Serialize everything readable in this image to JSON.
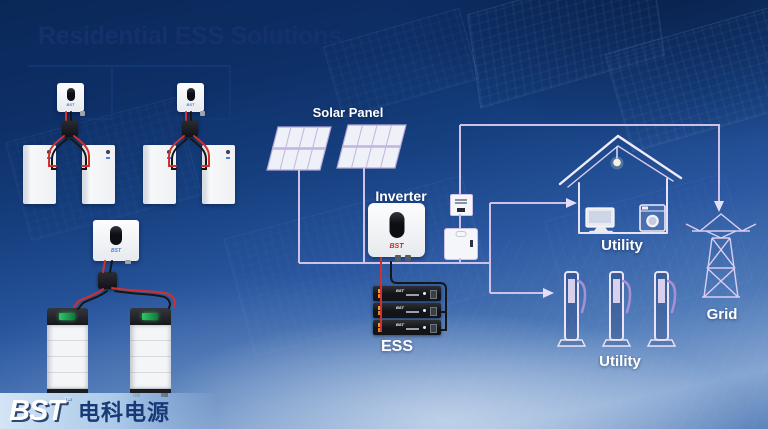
{
  "title": "Residential ESS Solutions",
  "brand": {
    "name": "BST",
    "trademark": "™",
    "chinese_name": "电科电源"
  },
  "labels": {
    "solar_panel": "Solar Panel",
    "inverter": "Inverter",
    "ess": "ESS",
    "utility_home": "Utility",
    "utility_ev": "Utility",
    "grid": "Grid"
  },
  "device_logos": {
    "wall_inverter": "BST",
    "main_inverter": "BST",
    "ess_module": "BST"
  },
  "connections": [
    {
      "from": "Solar Panel",
      "to": "Inverter"
    },
    {
      "from": "Inverter",
      "to": "ESS"
    },
    {
      "from": "Inverter",
      "to": "Utility (home appliances)"
    },
    {
      "from": "Inverter",
      "to": "Utility (EV chargers)"
    },
    {
      "from": "Inverter",
      "to": "Grid"
    }
  ],
  "colors": {
    "background_top": "#0a2757",
    "background_mid": "#2a57a0",
    "title_text": "#15316b",
    "label_text": "#ffffff",
    "wire_lavender": "#cfc2e8",
    "comm_line_blue": "#133a7a",
    "cable_red": "#d2302c",
    "cable_black": "#161616",
    "ess_connector_orange": "#e8862a",
    "battery_display_green": "#2ec764",
    "logo_chinese_navy": "#173a77"
  }
}
